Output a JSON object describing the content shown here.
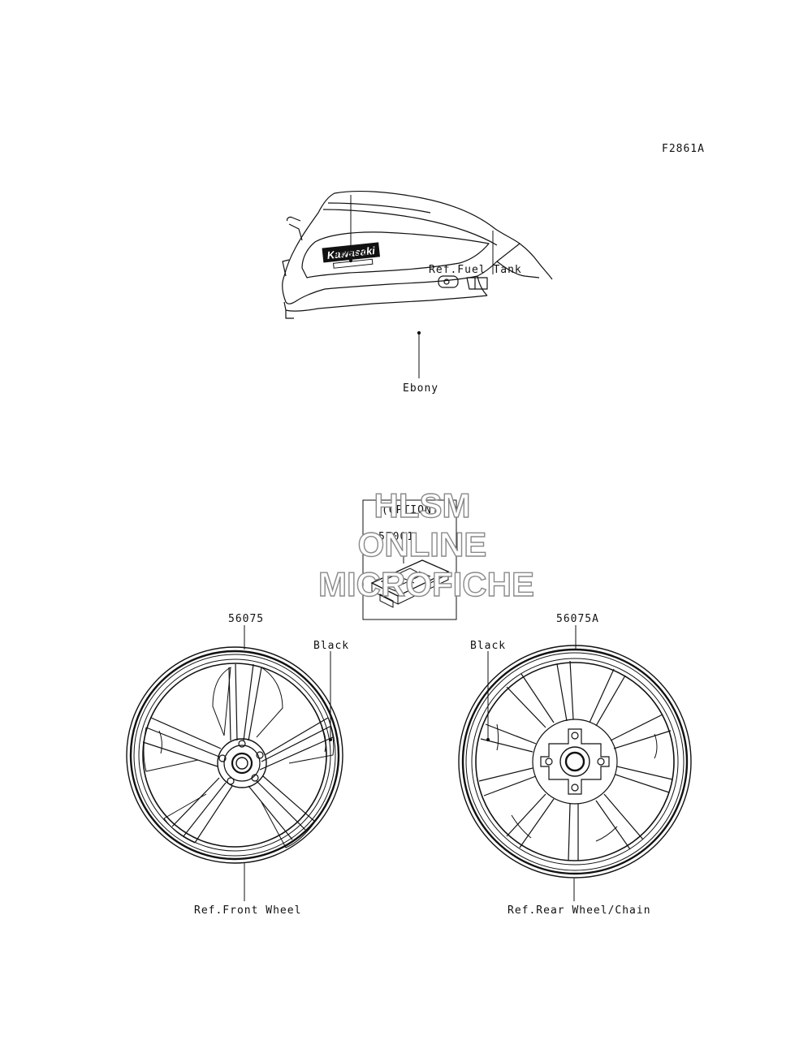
{
  "figure_code": "F2861A",
  "fuel_tank": {
    "part_number": "56054",
    "ref_label": "Ref.Fuel Tank",
    "color_label": "Ebony",
    "logo_text": "Kawasaki"
  },
  "option_kit": {
    "heading": "(OPTION)",
    "part_number": "57001"
  },
  "front_wheel": {
    "part_number": "56075",
    "color_label": "Black",
    "ref_label": "Ref.Front Wheel"
  },
  "rear_wheel": {
    "part_number": "56075A",
    "color_label": "Black",
    "ref_label": "Ref.Rear Wheel/Chain"
  },
  "watermark": {
    "line1": "HLSM",
    "line2": "ONLINE",
    "line3": "MICROFICHE"
  }
}
